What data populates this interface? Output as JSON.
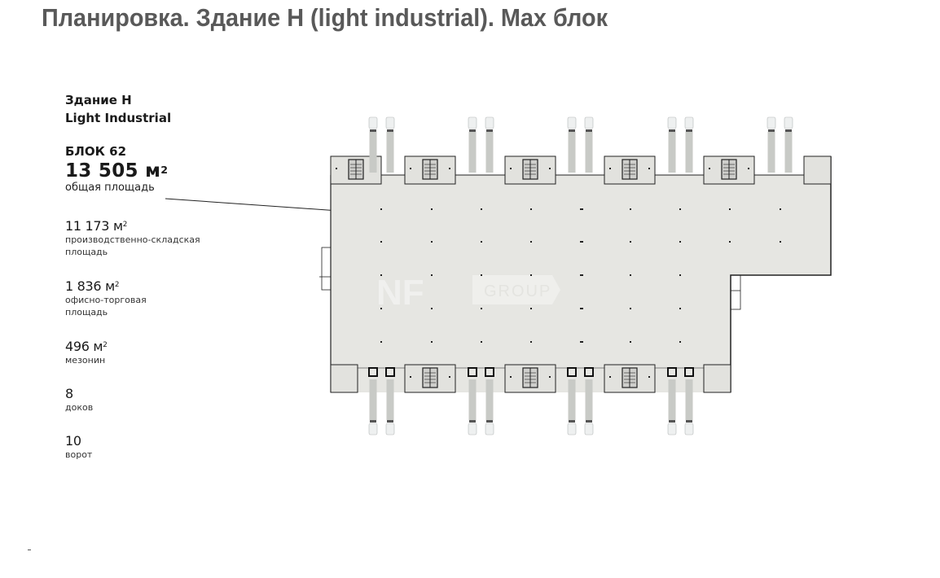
{
  "page": {
    "title": "Планировка. Здание Н (light industrial). Max блок"
  },
  "info": {
    "building_name_line1": "Здание Н",
    "building_name_line2": "Light Industrial",
    "block_label": "БЛОК 62",
    "total_area_value": "13 505 м",
    "total_area_sup": "2",
    "total_area_label": "общая площадь",
    "stats": [
      {
        "value": "11 173 м",
        "sup": "2",
        "label_line1": "производственно-складская",
        "label_line2": "площадь"
      },
      {
        "value": "1 836 м",
        "sup": "2",
        "label_line1": "офисно-торговая",
        "label_line2": "площадь"
      },
      {
        "value": "496 м",
        "sup": "2",
        "label_line1": "мезонин",
        "label_line2": ""
      },
      {
        "value": "8",
        "sup": "",
        "label_line1": "доков",
        "label_line2": ""
      },
      {
        "value": "10",
        "sup": "",
        "label_line1": "ворот",
        "label_line2": ""
      }
    ]
  },
  "plan": {
    "watermark_brand": "NF",
    "watermark_group": "GROUP",
    "colors": {
      "floor": "#e6e6e2",
      "wall": "#1a1a1a",
      "truck": "#c9cbc8",
      "watermark": "#f3f3f1"
    }
  }
}
